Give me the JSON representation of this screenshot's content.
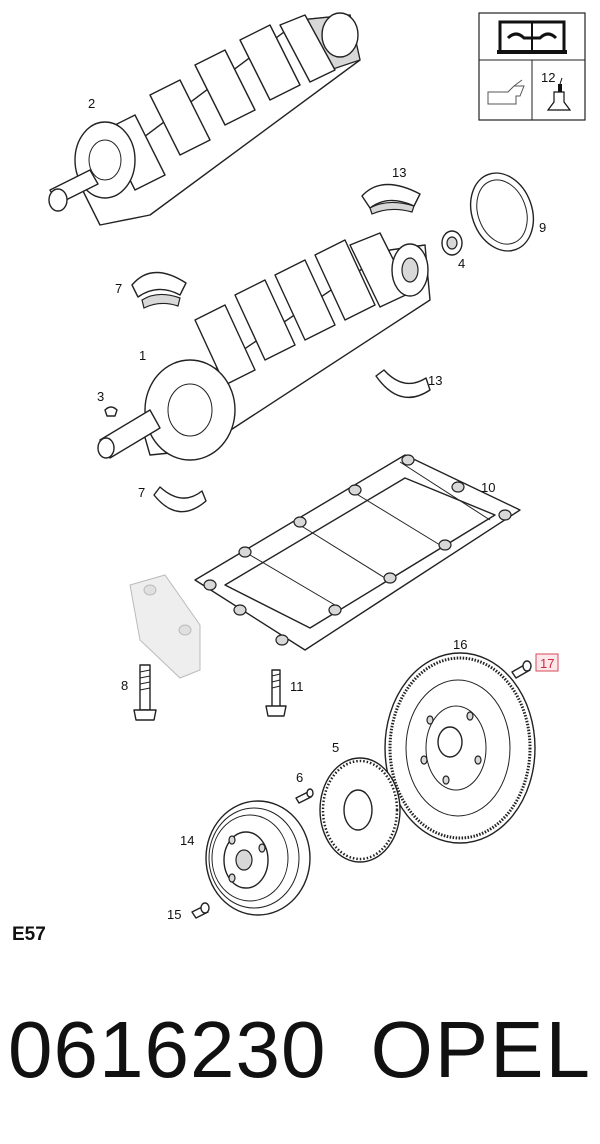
{
  "callouts": {
    "c1": "1",
    "c2": "2",
    "c3": "3",
    "c4": "4",
    "c5": "5",
    "c6": "6",
    "c7a": "7",
    "c7b": "7",
    "c8": "8",
    "c9": "9",
    "c10": "10",
    "c11": "11",
    "c12": "12",
    "c13a": "13",
    "c13b": "13",
    "c14": "14",
    "c15": "15",
    "c16": "16",
    "c17": "17"
  },
  "highlighted_callout": "17",
  "page_code": "E57",
  "footer": {
    "part_number": "0616230",
    "brand": "OPEL"
  },
  "icons": [
    "workshop-manual-icon",
    "oil-can-icon",
    "plug-part-icon"
  ]
}
